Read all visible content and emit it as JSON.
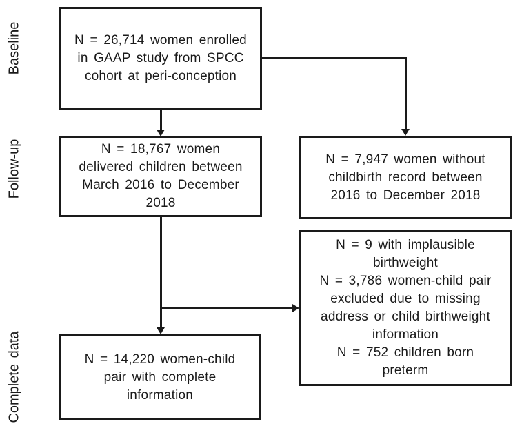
{
  "figure": {
    "stages": [
      {
        "label": "Baseline"
      },
      {
        "label": "Follow-up"
      },
      {
        "label": "Complete data"
      }
    ],
    "boxes": {
      "baseline_enrolled": {
        "text": "N = 26,714 women enrolled\nin GAAP study from SPCC\ncohort at peri-conception"
      },
      "followup_delivered": {
        "text": "N = 18,767 women\ndelivered children between\nMarch 2016 to December\n2018"
      },
      "followup_no_record": {
        "text": "N = 7,947 women without\nchildbirth record between\n2016 to December 2018"
      },
      "excluded": {
        "text": "N = 9 with implausible\nbirthweight\nN = 3,786 women-child pair\nexcluded due to missing\naddress or child birthweight\ninformation\nN = 752 children born\npreterm"
      },
      "complete_pairs": {
        "text": "N = 14,220 women-child\npair with complete\ninformation"
      }
    },
    "colors": {
      "line": "#1a1a1a",
      "background": "#ffffff",
      "text": "#1a1a1a"
    }
  }
}
